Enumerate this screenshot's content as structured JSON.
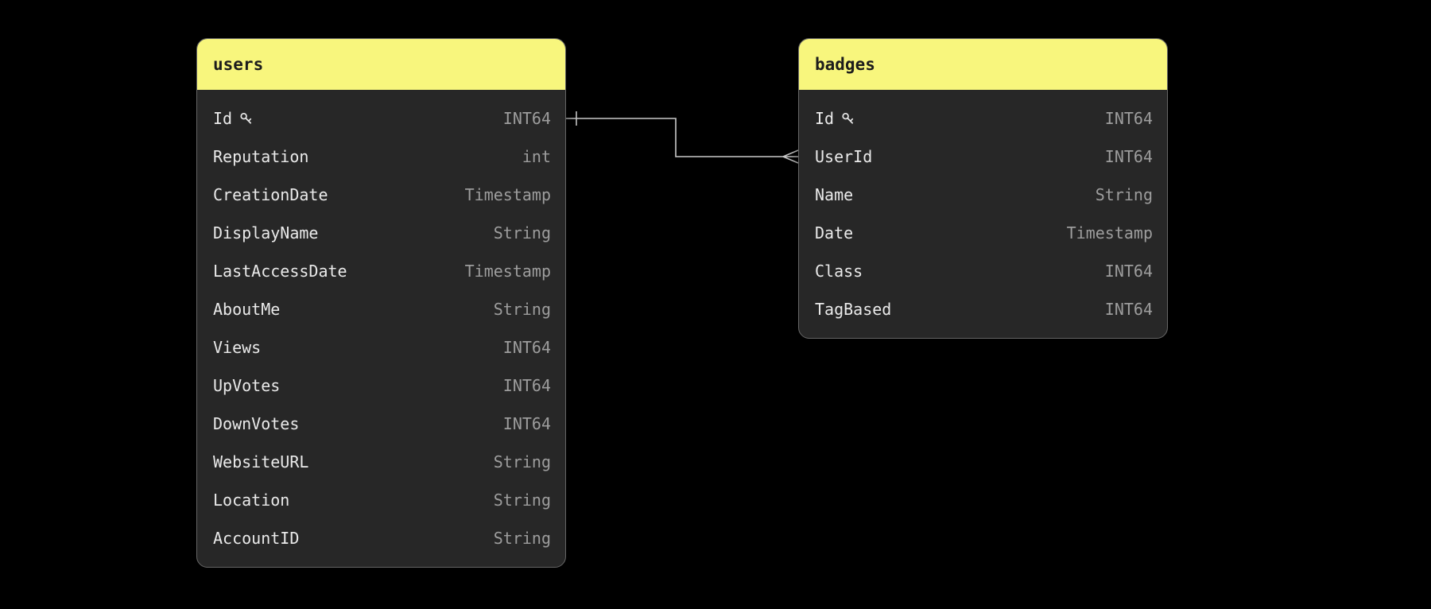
{
  "colors": {
    "background": "#000000",
    "table_header_bg": "#f8f67d",
    "table_header_text": "#1c1c1c",
    "table_body_bg": "#272727",
    "table_border": "#666666",
    "field_name_text": "#eaeaea",
    "field_type_text": "#9d9d9d",
    "relation_line": "#c9c9c9"
  },
  "tables": [
    {
      "name": "users",
      "fields": [
        {
          "name": "Id",
          "type": "INT64",
          "primary_key": true
        },
        {
          "name": "Reputation",
          "type": "int"
        },
        {
          "name": "CreationDate",
          "type": "Timestamp"
        },
        {
          "name": "DisplayName",
          "type": "String"
        },
        {
          "name": "LastAccessDate",
          "type": "Timestamp"
        },
        {
          "name": "AboutMe",
          "type": "String"
        },
        {
          "name": "Views",
          "type": "INT64"
        },
        {
          "name": "UpVotes",
          "type": "INT64"
        },
        {
          "name": "DownVotes",
          "type": "INT64"
        },
        {
          "name": "WebsiteURL",
          "type": "String"
        },
        {
          "name": "Location",
          "type": "String"
        },
        {
          "name": "AccountID",
          "type": "String"
        }
      ]
    },
    {
      "name": "badges",
      "fields": [
        {
          "name": "Id",
          "type": "INT64",
          "primary_key": true
        },
        {
          "name": "UserId",
          "type": "INT64"
        },
        {
          "name": "Name",
          "type": "String"
        },
        {
          "name": "Date",
          "type": "Timestamp"
        },
        {
          "name": "Class",
          "type": "INT64"
        },
        {
          "name": "TagBased",
          "type": "INT64"
        }
      ]
    }
  ],
  "relationship": {
    "from_table": "users",
    "from_field": "Id",
    "to_table": "badges",
    "to_field": "UserId",
    "type": "one-to-many"
  }
}
